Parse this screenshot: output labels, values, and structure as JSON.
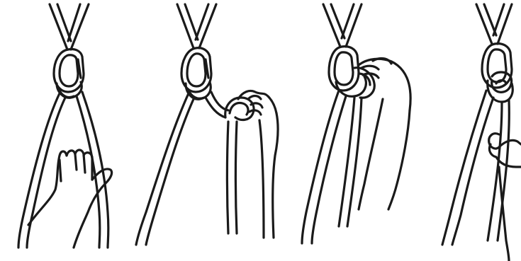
{
  "figure": {
    "panel_count": 4,
    "colors": {
      "background": "#ffffff",
      "ink": "#1a1a1a"
    },
    "panels": [
      {
        "step": 1,
        "depicts": "rope-loop-through-carabiner-hand-holding-strands"
      },
      {
        "step": 2,
        "depicts": "hand-pulling-loop-from-rope"
      },
      {
        "step": 3,
        "depicts": "hand-passing-loop-through-carabiner"
      },
      {
        "step": 4,
        "depicts": "finished-knot-hand-holding-strand"
      }
    ]
  }
}
